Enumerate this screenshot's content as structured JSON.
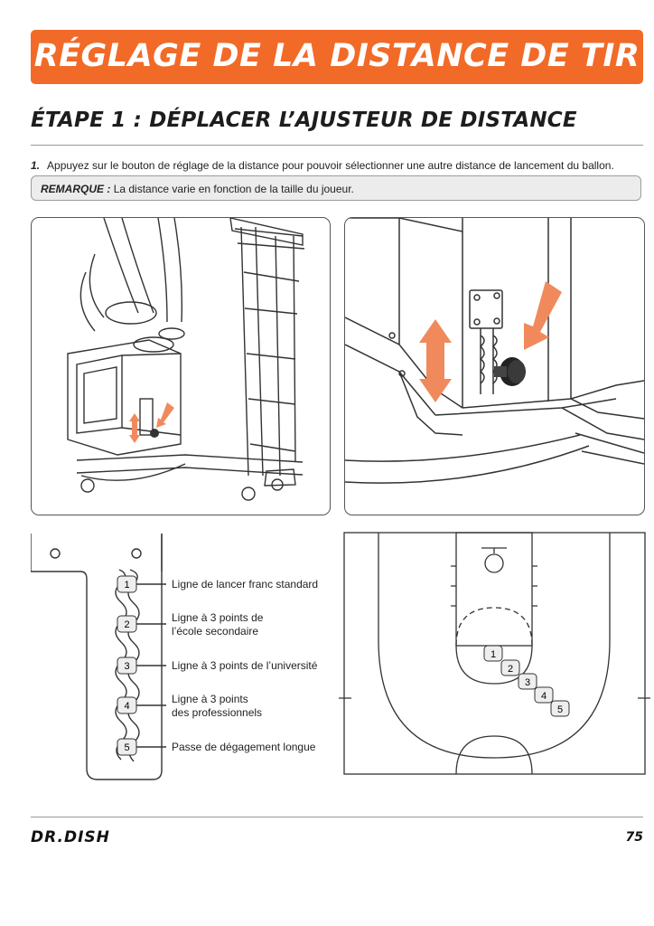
{
  "header": {
    "title": "RÉGLAGE DE LA DISTANCE DE TIR",
    "accent_color": "#f26a27"
  },
  "step": {
    "title": "ÉTAPE 1 : DÉPLACER L’AJUSTEUR DE DISTANCE"
  },
  "instruction": {
    "number": "1.",
    "text": "Appuyez sur le bouton de réglage de la distance pour pouvoir sélectionner une autre distance de lancement du ballon."
  },
  "note": {
    "label": "REMARQUE :",
    "text": "La distance varie en fonction de la taille du joueur."
  },
  "adjuster": {
    "positions": [
      {
        "number": "1",
        "label_lines": [
          "Ligne de lancer franc standard"
        ]
      },
      {
        "number": "2",
        "label_lines": [
          "Ligne à 3 points de",
          "l’école secondaire"
        ]
      },
      {
        "number": "3",
        "label_lines": [
          "Ligne à 3 points de l’université"
        ]
      },
      {
        "number": "4",
        "label_lines": [
          "Ligne à 3 points",
          "des professionnels"
        ]
      },
      {
        "number": "5",
        "label_lines": [
          "Passe de dégagement longue"
        ]
      }
    ]
  },
  "court": {
    "markers": [
      "1",
      "2",
      "3",
      "4",
      "5"
    ]
  },
  "footer": {
    "logo": "DR.DISH",
    "page_number": "75"
  }
}
